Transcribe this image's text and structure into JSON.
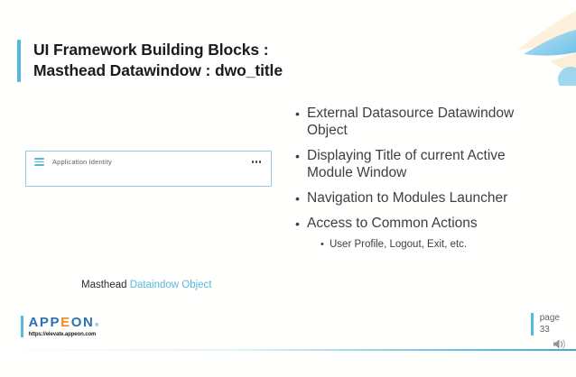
{
  "slide": {
    "title": "UI Framework Building Blocks :\nMasthead Datawindow : dwo_title",
    "accent_color": "#56b9e0"
  },
  "masthead_widget": {
    "menu_icon": "hamburger-icon",
    "label": "Application Identity",
    "overflow_icon": "ellipsis-icon",
    "border_color": "#9dc8e4"
  },
  "caption": {
    "prefix": "Masthead",
    "highlight": "Dataindow Object",
    "highlight_color": "#56b9e0"
  },
  "bullets": [
    {
      "text": "External Datasource Datawindow Object",
      "level": 1,
      "marker": "•"
    },
    {
      "text": "Displaying Title of current Active Module Window",
      "level": 1,
      "marker": "•"
    },
    {
      "text": "Navigation to Modules Launcher",
      "level": 1,
      "marker": "•"
    },
    {
      "text": "Access to Common Actions",
      "level": 1,
      "marker": "•"
    },
    {
      "text": "User Profile, Logout, Exit, etc.",
      "level": 2,
      "marker": "•"
    }
  ],
  "footer": {
    "logo": {
      "part1": "APP",
      "part2": "E",
      "part3": "ON",
      "trademark": "®",
      "url": "https://elevate.appeon.com",
      "blue": "#2b6fb5",
      "orange": "#f08a1e"
    },
    "page_label": "page",
    "page_number": "33",
    "speaker_icon": "speaker-icon"
  }
}
